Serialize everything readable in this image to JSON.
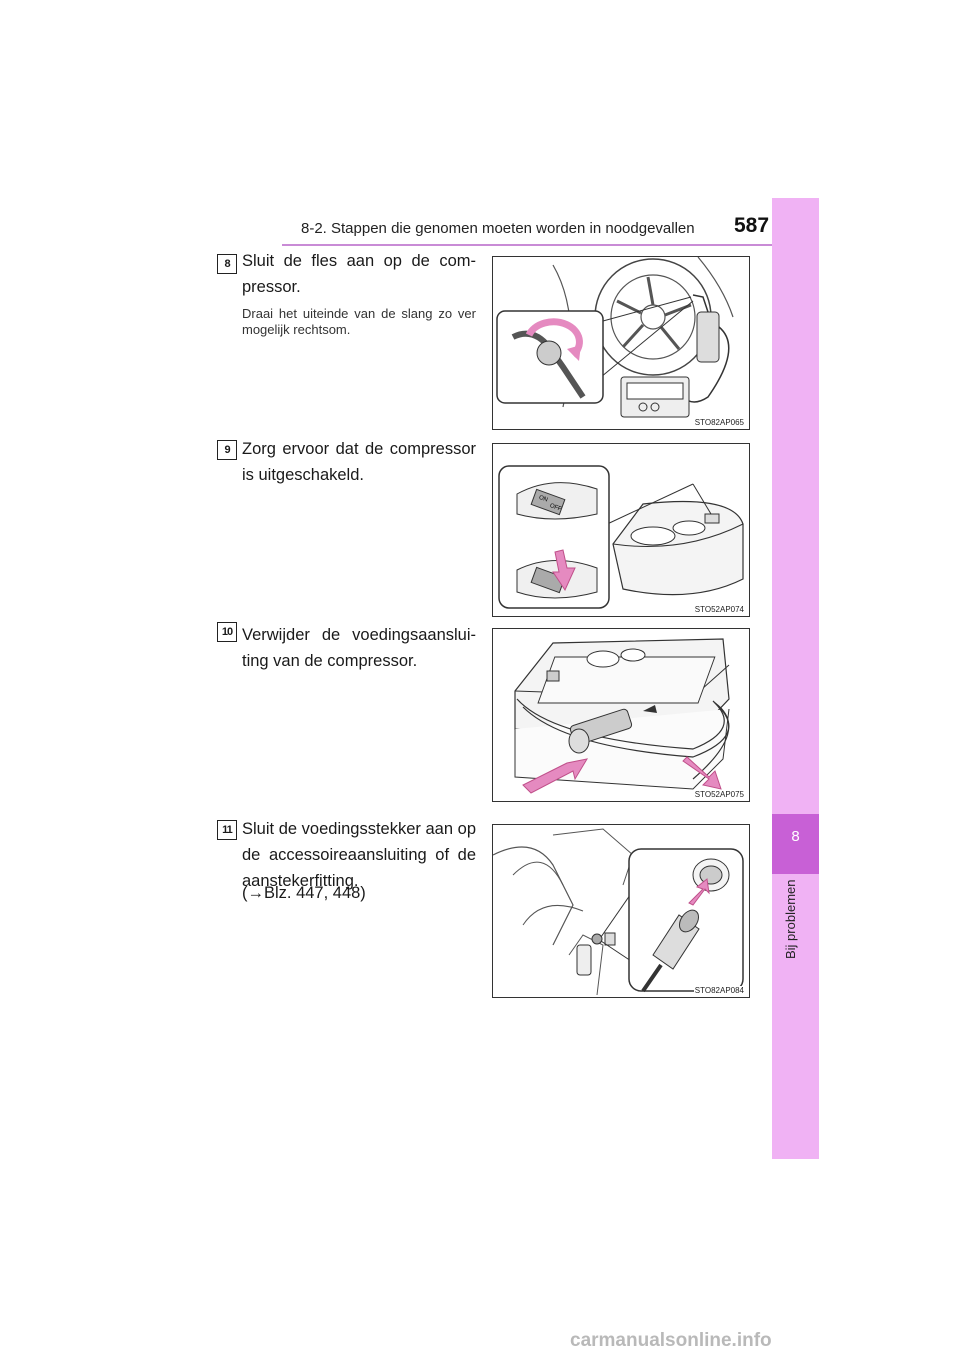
{
  "header": {
    "title": "8-2. Stappen die genomen moeten worden in noodgevallen",
    "page_number": "587"
  },
  "side_tab": {
    "number": "8",
    "label": "Bij problemen"
  },
  "steps": [
    {
      "badge": "8",
      "text": "Sluit de fles aan op de com- pressor.",
      "sub": "Draai het uiteinde van de slang zo ver mogelijk rechtsom.",
      "image_code": "STO82AP065"
    },
    {
      "badge": "9",
      "text": "Zorg ervoor dat de compressor is uitgeschakeld.",
      "image_code": "STO52AP074",
      "switch_on": "ON",
      "switch_off": "OFF"
    },
    {
      "badge": "10",
      "text": "Verwijder de voedingsaanslui- ting van de compressor.",
      "image_code": "STO52AP075"
    },
    {
      "badge": "11",
      "text": "Sluit de voedingsstekker aan op de accessoireaansluiting of de aanstekerfitting.",
      "ref": "(→Blz. 447, 448)",
      "image_code": "STO82AP084"
    }
  ],
  "watermark": "carmanualsonline.info",
  "colors": {
    "accent_light": "#f0b2f4",
    "accent_dark": "#c860d6",
    "rule": "#c98bd6",
    "arrow_pink": "#e58ac0"
  }
}
